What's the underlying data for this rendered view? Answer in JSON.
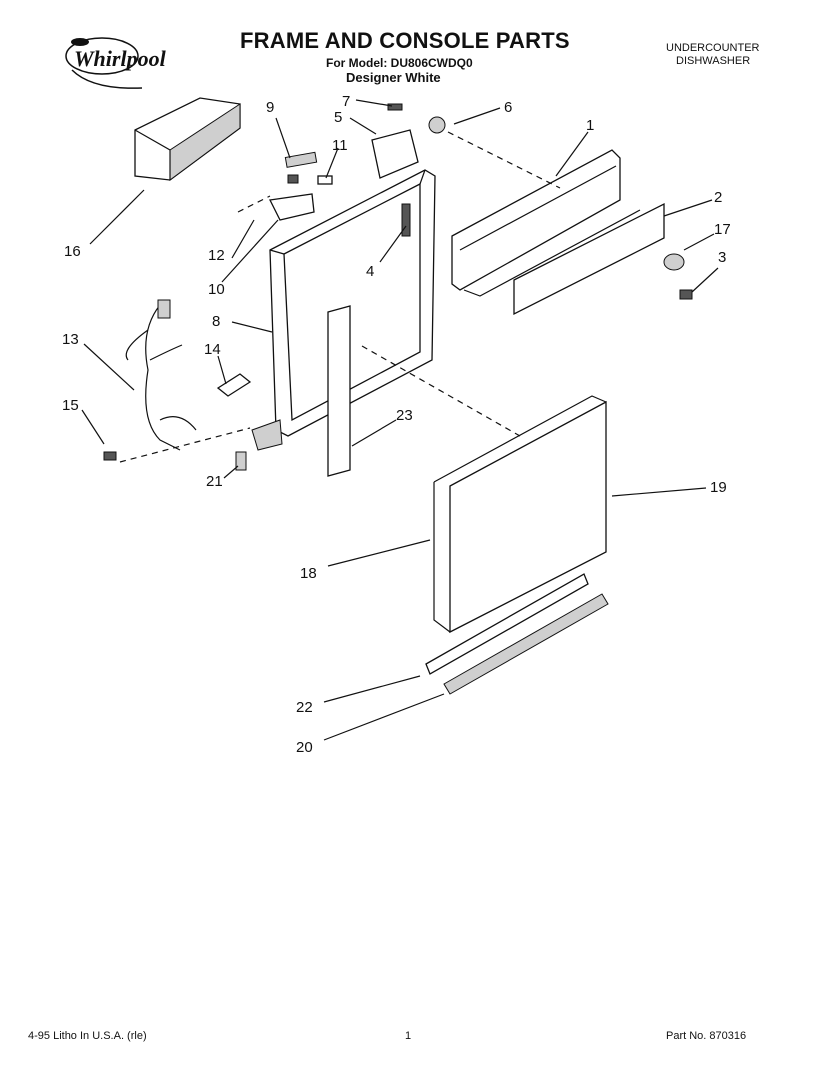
{
  "header": {
    "brand": "Whirlpool",
    "title": "FRAME AND CONSOLE PARTS",
    "model_line": "For Model: DU806CWDQ0",
    "color_line": "Designer White",
    "product_type_line1": "UNDERCOUNTER",
    "product_type_line2": "DISHWASHER"
  },
  "callouts": [
    "1",
    "2",
    "3",
    "4",
    "5",
    "6",
    "7",
    "8",
    "9",
    "10",
    "11",
    "12",
    "13",
    "14",
    "15",
    "16",
    "17",
    "18",
    "19",
    "20",
    "21",
    "22",
    "23"
  ],
  "footer": {
    "print_info": "4-95 Litho In U.S.A. (rle)",
    "page_number": "1",
    "part_number": "Part No. 870316"
  }
}
